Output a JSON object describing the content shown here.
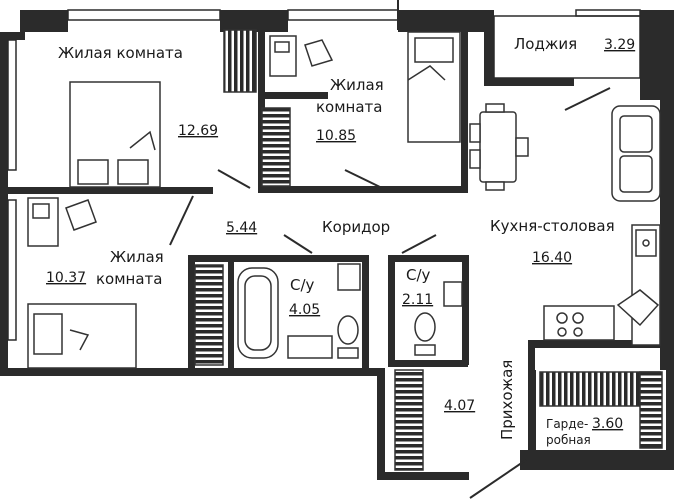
{
  "rooms": [
    {
      "id": "living-1",
      "name": "Жилая комната",
      "area": "12.69"
    },
    {
      "id": "living-2",
      "name_line1": "Жилая",
      "name_line2": "комната",
      "area": "10.85"
    },
    {
      "id": "living-3",
      "name_line1": "Жилая",
      "name_line2": "комната",
      "area": "10.37"
    },
    {
      "id": "corridor",
      "name": "Коридор",
      "area": "5.44"
    },
    {
      "id": "bath-1",
      "name": "С/у",
      "area": "4.05"
    },
    {
      "id": "bath-2",
      "name": "С/у",
      "area": "2.11"
    },
    {
      "id": "kitchen",
      "name": "Кухня-столовая",
      "area": "16.40"
    },
    {
      "id": "loggia",
      "name": "Лоджия",
      "area": "3.29"
    },
    {
      "id": "hallway",
      "name": "Прихожая",
      "area": "4.07"
    },
    {
      "id": "wardrobe",
      "name_line1": "Гарде-",
      "name_line2": "робная",
      "area": "3.60"
    }
  ],
  "colors": {
    "wall": "#2b2b2b",
    "wall_light": "#4a4a4a",
    "background": "#ffffff",
    "furniture": "#333333"
  }
}
